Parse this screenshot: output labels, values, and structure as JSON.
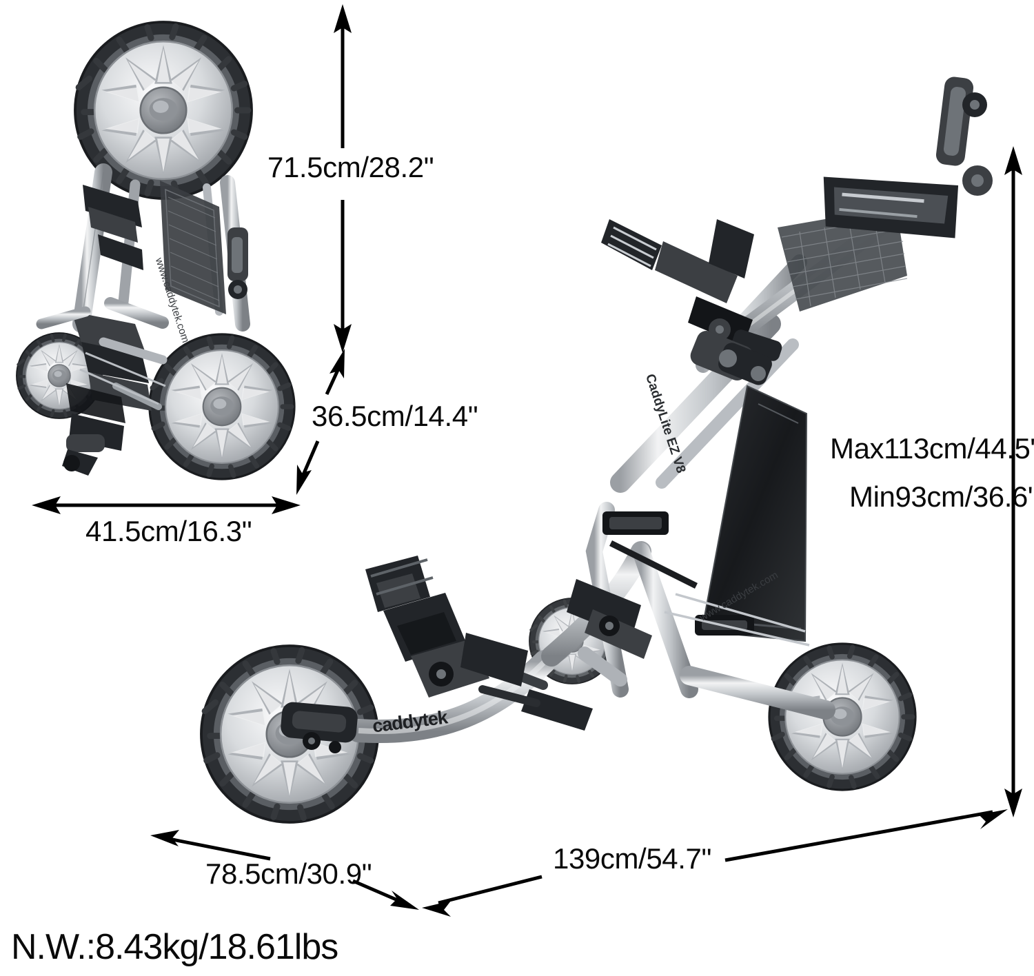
{
  "document": {
    "type": "product-dimension-diagram",
    "product_name": "CaddyTek CaddyLite EZ V8 golf push cart",
    "background_color": "#ffffff",
    "text_color": "#0a0a0a"
  },
  "dimensions": {
    "height_folded": {
      "label": "71.5cm/28.2\"",
      "metric_cm": 71.5,
      "imperial_in": 28.2,
      "describes": "folded cart height"
    },
    "depth_folded": {
      "label": "36.5cm/14.4\"",
      "metric_cm": 36.5,
      "imperial_in": 14.4,
      "describes": "folded cart lower depth"
    },
    "width_folded": {
      "label": "41.5cm/16.3\"",
      "metric_cm": 41.5,
      "imperial_in": 16.3,
      "describes": "folded cart width"
    },
    "handle_height_max": {
      "label": "Max113cm/44.5\"",
      "metric_cm": 113,
      "imperial_in": 44.5,
      "describes": "maximum handle height, open cart"
    },
    "handle_height_min": {
      "label": "Min93cm/36.6\"",
      "metric_cm": 93,
      "imperial_in": 36.6,
      "describes": "minimum handle height, open cart"
    },
    "front_wheel_offset": {
      "label": "78.5cm/30.9\"",
      "metric_cm": 78.5,
      "imperial_in": 30.9,
      "describes": "front wheel reach, open cart"
    },
    "length_open": {
      "label": "139cm/54.7\"",
      "metric_cm": 139,
      "imperial_in": 54.7,
      "describes": "overall length, open cart"
    }
  },
  "net_weight": {
    "label": "N.W.:8.43kg/18.61lbs",
    "metric_kg": 8.43,
    "imperial_lbs": 18.61
  },
  "branding": {
    "front_axle_mark": "caddytek",
    "frame_tube_mark": "CaddyLite EZ V8",
    "watermark_open_cart": "www.caddytek.com",
    "watermark_folded_cart": "www.caddytek.com"
  },
  "views": {
    "folded": {
      "name": "folded-cart-view",
      "caption_dimensions": [
        "71.5cm/28.2\"",
        "36.5cm/14.4\"",
        "41.5cm/16.3\""
      ]
    },
    "open": {
      "name": "open-cart-view",
      "caption_dimensions": [
        "Max113cm/44.5\"",
        "Min93cm/36.6\"",
        "78.5cm/30.9\"",
        "139cm/54.7\""
      ]
    }
  }
}
